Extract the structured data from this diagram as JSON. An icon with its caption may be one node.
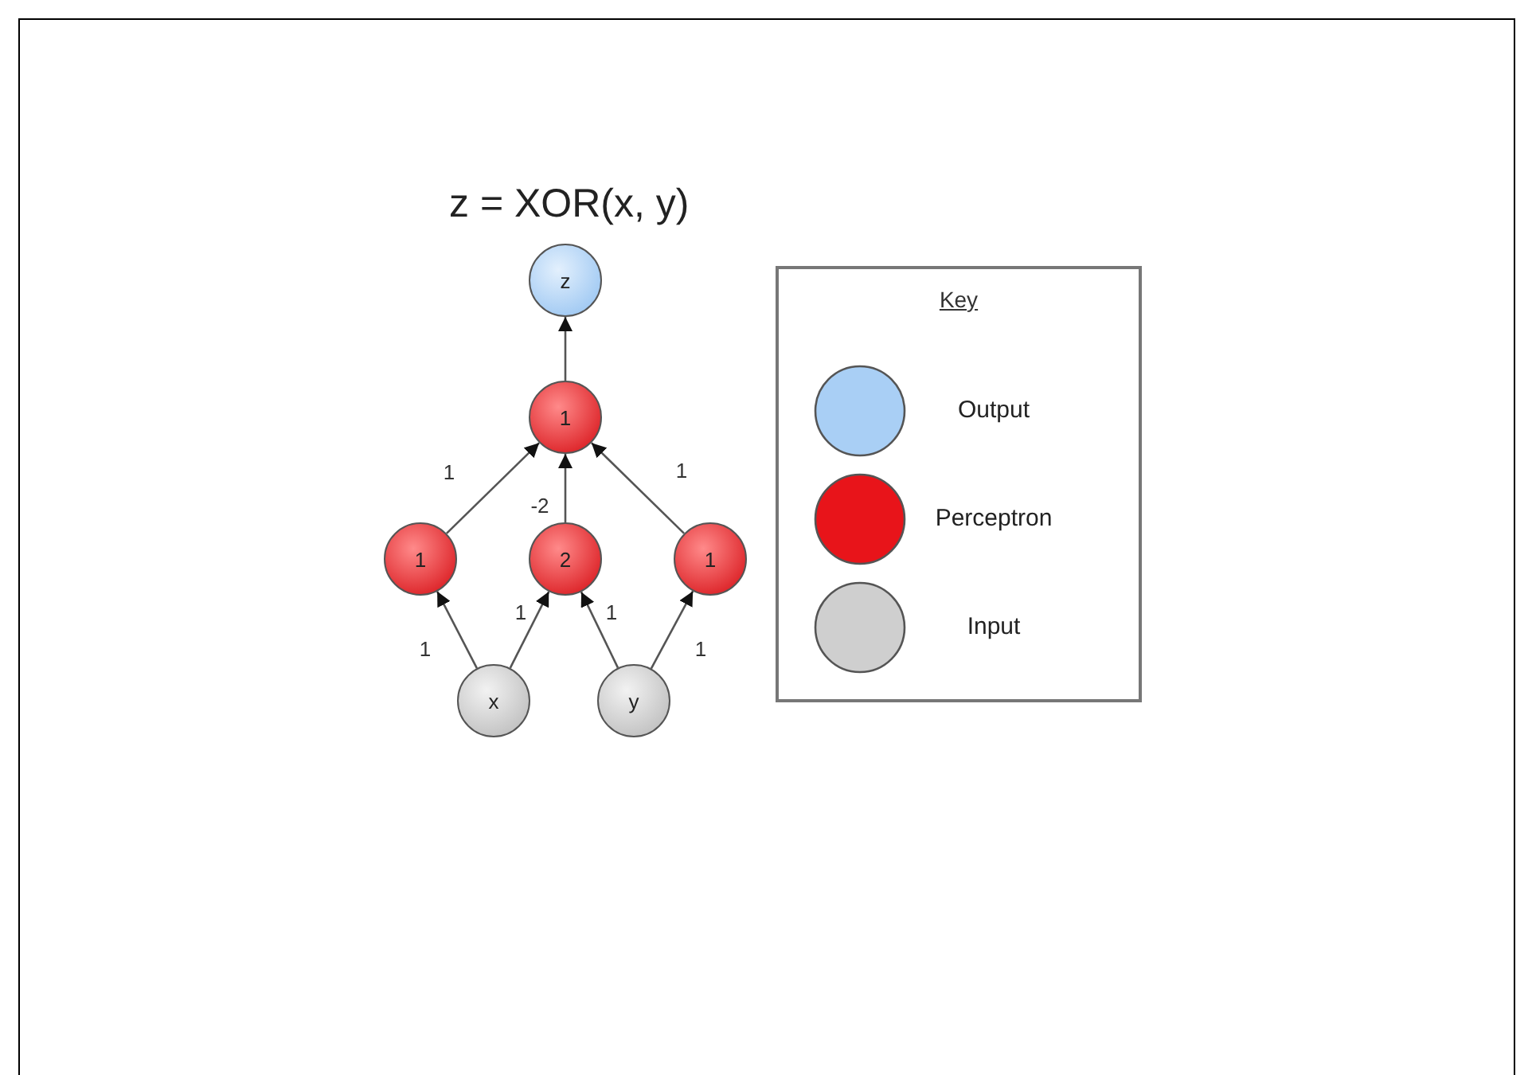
{
  "diagram": {
    "title": "z = XOR(x, y)",
    "nodes": [
      {
        "text": [
          "z"
        ]
      },
      {
        "text": [
          "1"
        ]
      },
      {
        "text": [
          "1"
        ]
      },
      {
        "text": [
          "2"
        ]
      },
      {
        "text": [
          "1"
        ]
      },
      {
        "text": [
          "x"
        ]
      },
      {
        "text": [
          "y"
        ]
      }
    ],
    "edges": [
      {
        "from": 1,
        "to": 0,
        "arrow": "to"
      },
      {
        "from": 2,
        "to": 1,
        "arrow": "to",
        "label": "1"
      },
      {
        "from": 3,
        "to": 1,
        "arrow": "to",
        "label": "-2"
      },
      {
        "from": 4,
        "to": 1,
        "arrow": "to",
        "label": "1"
      },
      {
        "from": 5,
        "to": 2,
        "arrow": "to",
        "label": "1"
      },
      {
        "from": 5,
        "to": 3,
        "arrow": "to",
        "label": "1"
      },
      {
        "from": 6,
        "to": 3,
        "arrow": "to",
        "label": "1"
      },
      {
        "from": 6,
        "to": 4,
        "arrow": "to",
        "label": "1"
      }
    ],
    "labels": [
      "Key"
    ],
    "legend": [
      {
        "text": "Output",
        "color": "#a9cff5"
      },
      {
        "text": "Perceptron",
        "color": "#e8141a"
      },
      {
        "text": "Input",
        "color": "#cfcfcf"
      }
    ]
  }
}
